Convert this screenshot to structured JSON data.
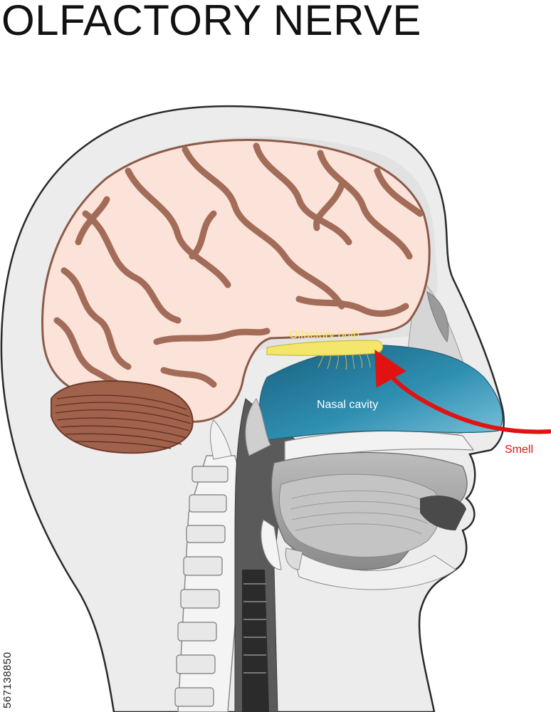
{
  "title": "OLFACTORY NERVE",
  "labels": {
    "olfactory_bulb": "Olfactory bulb",
    "nasal_cavity": "Nasal cavity",
    "smell": "Smell"
  },
  "stock_id": "567138850",
  "colors": {
    "brain_fill": "#fbe3da",
    "brain_outline": "#8b5a48",
    "cerebellum": "#a0624b",
    "olfactory_bulb": "#f3e66b",
    "bulb_label": "#f6e96a",
    "nasal_cavity": "#2f8fb1",
    "smell_arrow": "#e01212",
    "head_fill": "#ececec",
    "head_outline": "#2a2a2a"
  }
}
